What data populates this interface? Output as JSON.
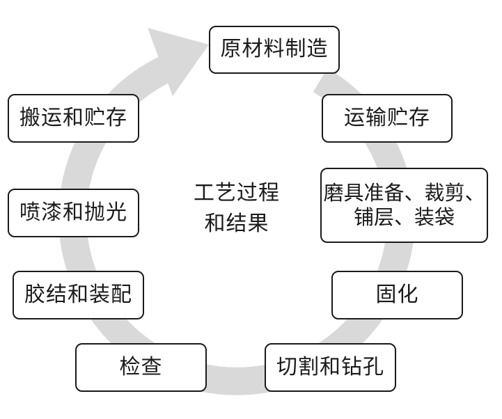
{
  "center_label": {
    "line1": "工艺过程",
    "line2": "和结果"
  },
  "steps": [
    {
      "label": "原材料制造"
    },
    {
      "label": "运输贮存"
    },
    {
      "label": "磨具准备、裁剪、\n铺层、装袋"
    },
    {
      "label": "固化"
    },
    {
      "label": "切割和钻孔"
    },
    {
      "label": "检查"
    },
    {
      "label": "胶结和装配"
    },
    {
      "label": "喷漆和抛光"
    },
    {
      "label": "搬运和贮存"
    }
  ],
  "colors": {
    "arrow": "#d9d9d9",
    "box_border": "#1a1a1a",
    "text": "#1a1a1a"
  }
}
